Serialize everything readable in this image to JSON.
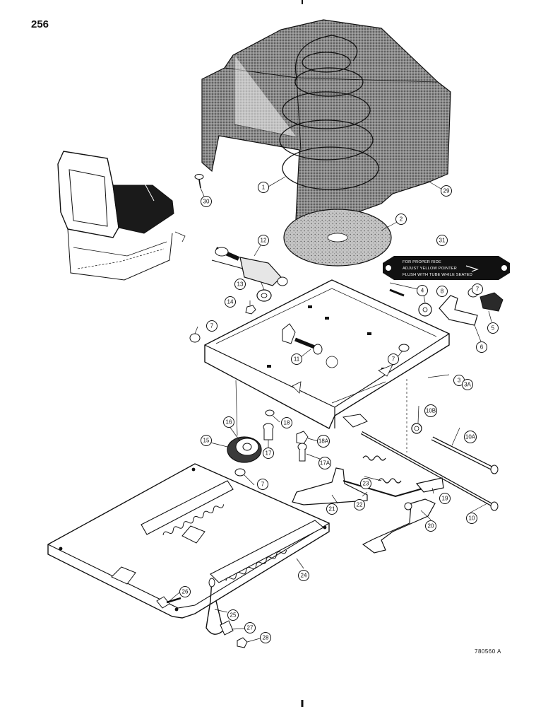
{
  "page_number": "256",
  "figure_code": "780560 A",
  "decal": {
    "lines": [
      "FOR PROPER RIDE",
      "ADJUST YELLOW POINTER",
      "FLUSH WITH TUBE WHILE SEATED"
    ]
  },
  "callouts": [
    {
      "label": "1"
    },
    {
      "label": "2"
    },
    {
      "label": "3"
    },
    {
      "label": "3A"
    },
    {
      "label": "4"
    },
    {
      "label": "5"
    },
    {
      "label": "6"
    },
    {
      "label": "7"
    },
    {
      "label": "7"
    },
    {
      "label": "7"
    },
    {
      "label": "7"
    },
    {
      "label": "7"
    },
    {
      "label": "8"
    },
    {
      "label": "10"
    },
    {
      "label": "10A"
    },
    {
      "label": "10B"
    },
    {
      "label": "11"
    },
    {
      "label": "12"
    },
    {
      "label": "13"
    },
    {
      "label": "14"
    },
    {
      "label": "15"
    },
    {
      "label": "16"
    },
    {
      "label": "17"
    },
    {
      "label": "17A"
    },
    {
      "label": "18"
    },
    {
      "label": "18A"
    },
    {
      "label": "19"
    },
    {
      "label": "20"
    },
    {
      "label": "21"
    },
    {
      "label": "22"
    },
    {
      "label": "23"
    },
    {
      "label": "24"
    },
    {
      "label": "25"
    },
    {
      "label": "26"
    },
    {
      "label": "27"
    },
    {
      "label": "28"
    },
    {
      "label": "29"
    },
    {
      "label": "30"
    },
    {
      "label": "31"
    }
  ]
}
